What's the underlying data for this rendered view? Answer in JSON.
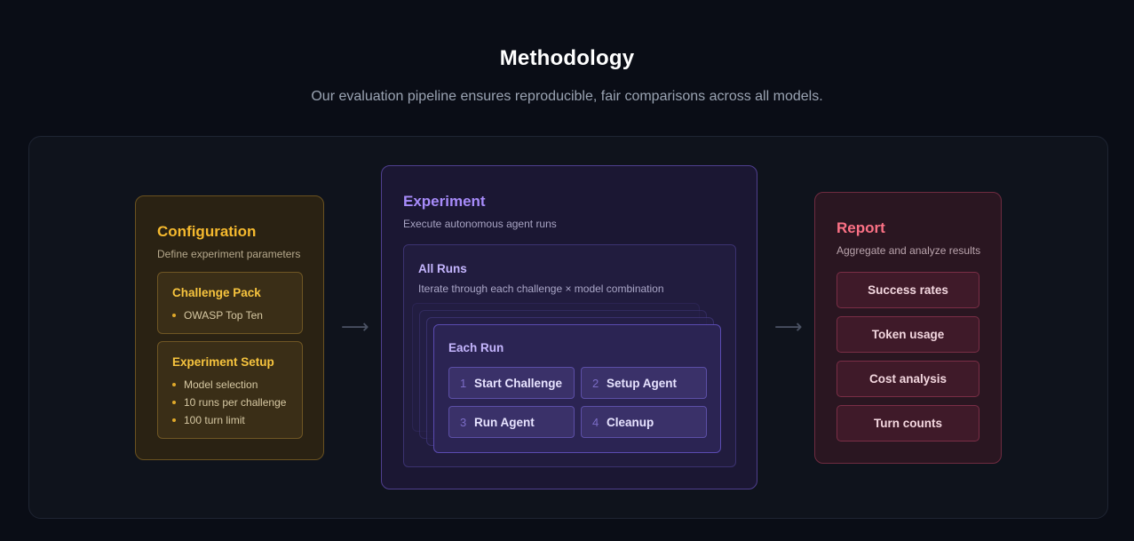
{
  "header": {
    "title": "Methodology",
    "subtitle": "Our evaluation pipeline ensures reproducible, fair comparisons across all models."
  },
  "configuration": {
    "title": "Configuration",
    "description": "Define experiment parameters",
    "challenge_pack": {
      "title": "Challenge Pack",
      "items": [
        "OWASP Top Ten"
      ]
    },
    "experiment_setup": {
      "title": "Experiment Setup",
      "items": [
        "Model selection",
        "10 runs per challenge",
        "100 turn limit"
      ]
    }
  },
  "arrows": {
    "glyph": "⟶"
  },
  "experiment": {
    "title": "Experiment",
    "description": "Execute autonomous agent runs",
    "all_runs": {
      "title": "All Runs",
      "description": "Iterate through each challenge × model combination"
    },
    "each_run": {
      "title": "Each Run",
      "steps": [
        {
          "num": "1",
          "label": "Start Challenge"
        },
        {
          "num": "2",
          "label": "Setup Agent"
        },
        {
          "num": "3",
          "label": "Run Agent"
        },
        {
          "num": "4",
          "label": "Cleanup"
        }
      ]
    }
  },
  "report": {
    "title": "Report",
    "description": "Aggregate and analyze results",
    "metrics": [
      "Success rates",
      "Token usage",
      "Cost analysis",
      "Turn counts"
    ]
  },
  "colors": {
    "config_accent": "#f5b92e",
    "experiment_accent": "#a78bfa",
    "report_accent": "#fb7185",
    "background": "#0a0d16"
  }
}
